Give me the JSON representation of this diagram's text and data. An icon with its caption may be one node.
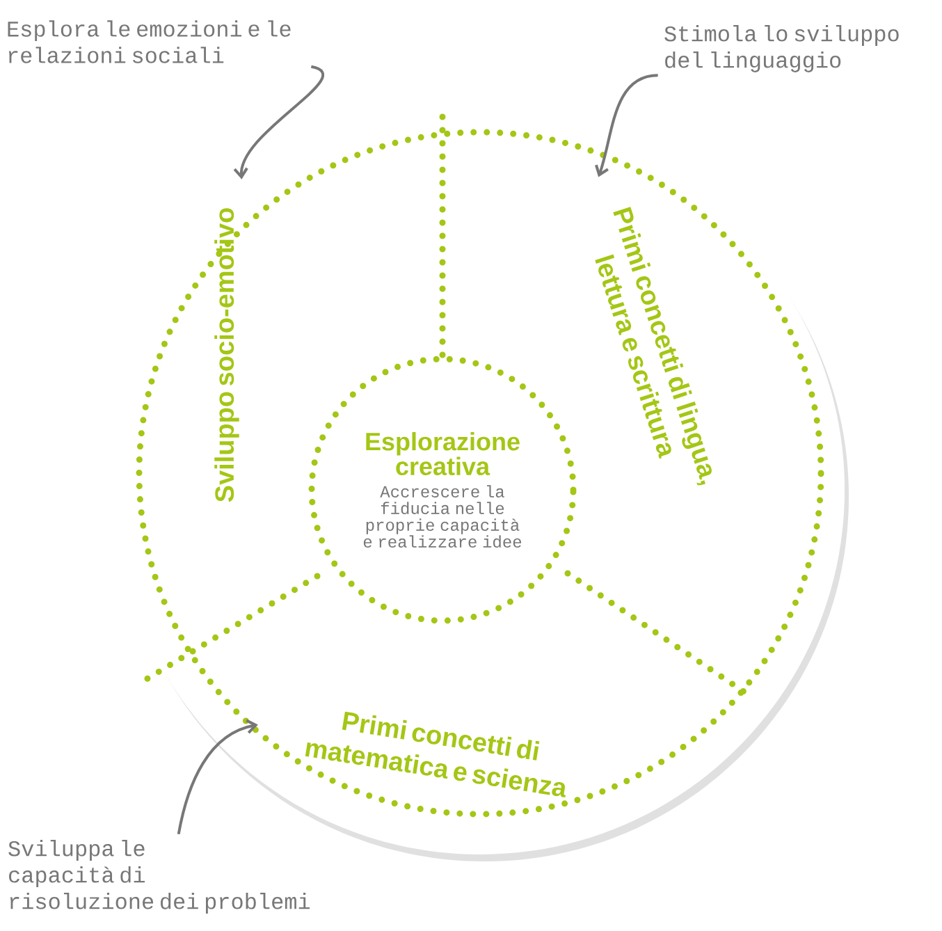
{
  "diagram": {
    "nodes": [
      {
        "text": [],
        "shape": "circle"
      },
      {
        "text": [
          "Sviluppo socio-emotivo"
        ],
        "in": 0
      },
      {
        "text": [
          "Primi concetti di lingua, lettura e scrittura"
        ],
        "in": 0
      },
      {
        "text": [
          "Primi concetti di matematica e scienza"
        ],
        "in": 0
      },
      {
        "text": [
          "Esplorazione creativa",
          "Accrescere la fiducia nelle proprie capacità e realizzare idee"
        ],
        "in": 0
      },
      {
        "text": [
          "Esplora le emozioni e le relazioni sociali"
        ]
      },
      {
        "text": [
          "Stimola lo sviluppo del linguaggio"
        ]
      },
      {
        "text": [
          "Sviluppa le capacità di risoluzione dei problemi"
        ]
      }
    ],
    "edges": [
      {
        "from": 5,
        "to": 1,
        "arrow": "to"
      },
      {
        "from": 6,
        "to": 2,
        "arrow": "to"
      },
      {
        "from": 7,
        "to": 3,
        "arrow": "to"
      }
    ]
  }
}
